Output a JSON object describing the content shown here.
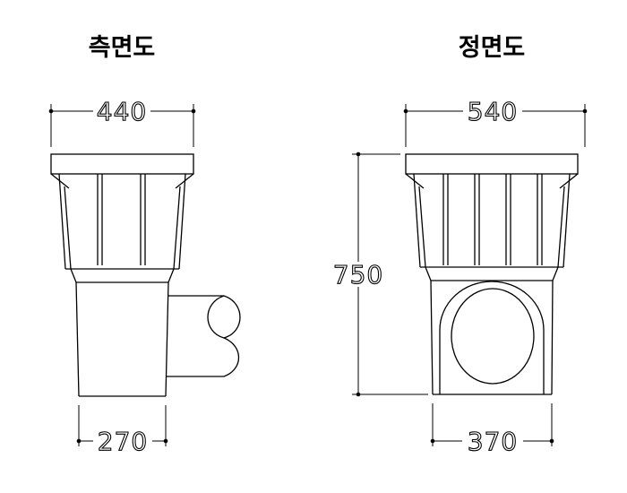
{
  "side_view": {
    "title": "측면도",
    "width_top": "440",
    "width_bottom": "270"
  },
  "front_view": {
    "title": "정면도",
    "width_top": "540",
    "height": "750",
    "width_bottom": "370"
  }
}
